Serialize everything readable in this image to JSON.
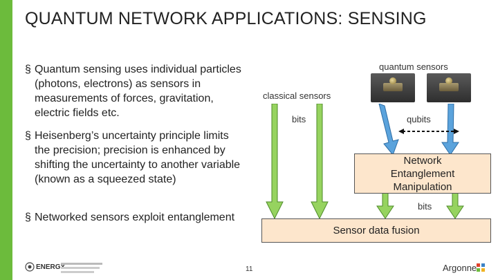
{
  "slide": {
    "title": "QUANTUM NETWORK APPLICATIONS: SENSING",
    "page_number": "11"
  },
  "bullets": [
    {
      "marker": "§",
      "text": "Quantum sensing uses individual particles (photons, electrons) as sensors in measurements of forces, gravitation, electric fields etc."
    },
    {
      "marker": "§",
      "text": "Heisenberg’s uncertainty principle limits the precision; precision is enhanced by shifting the uncertainty to another variable (known as a squeezed state)"
    },
    {
      "marker": "§",
      "text": "Networked sensors exploit entanglement"
    }
  ],
  "diagram": {
    "quantum_sensors_label": "quantum sensors",
    "classical_sensors_label": "classical sensors",
    "bits_label": "bits",
    "qubits_label": "qubits",
    "entanglement_box": [
      "Network",
      "Entanglement",
      "Manipulation"
    ],
    "bits_label_2": "bits",
    "fusion_box": "Sensor data fusion"
  },
  "footer": {
    "energy_logo": "ENERGY",
    "argonne_logo": "Argonne"
  },
  "colors": {
    "accent_green": "#6cbb3c",
    "arrow_green": "#96d35f",
    "arrow_blue": "#5ba3dc",
    "box_fill": "#fde6cc"
  }
}
